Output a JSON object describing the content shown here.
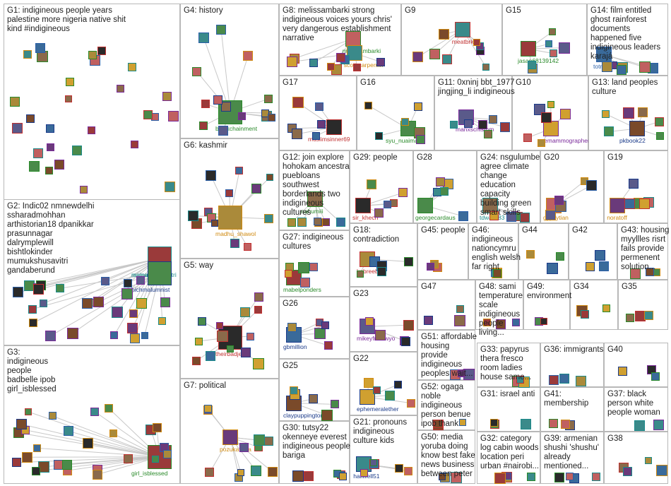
{
  "groups": [
    {
      "id": "G1",
      "label": "G1: indigineous people years palestine more nigeria native shit kind #indigineous",
      "hubs": []
    },
    {
      "id": "G2",
      "label": "G2: Indic02 nmnewdelhi ssharadmohhan arthistorian18 dpanikkar prasunnagar dalrymplewill bishtlokinder mumukshusavitri gandaberund",
      "hubs": [
        "mumukshusavitri",
        "rsainani",
        "hichmalumnist"
      ]
    },
    {
      "id": "G3",
      "label": "G3: indigineous people badbelle ipob girl_isblessed",
      "hubs": [
        "girl_isblessed"
      ]
    },
    {
      "id": "G4",
      "label": "G4: history",
      "hubs": [
        "blockchainment"
      ]
    },
    {
      "id": "G5",
      "label": "G5: way",
      "hubs": [
        "theirbadjesty"
      ]
    },
    {
      "id": "G6",
      "label": "G6: kashmir",
      "hubs": [
        "madhu_shawol"
      ]
    },
    {
      "id": "G7",
      "label": "G7: political",
      "hubs": [
        "pozukalinka"
      ]
    },
    {
      "id": "G8",
      "label": "G8: melissambarki strong indigineous voices yours chris' very dangerous establishment narrative",
      "hubs": [
        "melissambarki",
        "scottrcarpenter"
      ]
    },
    {
      "id": "G9",
      "label": "G9",
      "hubs": [
        "meatbrk"
      ]
    },
    {
      "id": "G10",
      "label": "G10",
      "hubs": [
        "wemammographers"
      ]
    },
    {
      "id": "G11",
      "label": "G11: 0xninj bbt_1977 jingjing_li indigineous",
      "hubs": [
        "manxschismm"
      ]
    },
    {
      "id": "G12",
      "label": "G12: join explore hohokam ancestral puebloans southwest borderlands two indigineous cultures",
      "hubs": [
        "nahumiii"
      ]
    },
    {
      "id": "G13",
      "label": "G13: land peoples culture",
      "hubs": [
        "pkbook22"
      ]
    },
    {
      "id": "G14",
      "label": "G14: film entitled ghost rainforest documents happened five indigineous leaders karajá",
      "hubs": [
        "totnational"
      ]
    },
    {
      "id": "G15",
      "label": "G15",
      "hubs": [
        "jasan68139142"
      ]
    },
    {
      "id": "G16",
      "label": "G16",
      "hubs": [
        "syu_nuaiman"
      ]
    },
    {
      "id": "G17",
      "label": "G17",
      "hubs": [
        "muslimsinner69"
      ]
    },
    {
      "id": "G18",
      "label": "G18: contradiction",
      "hubs": [
        "kgbreeb"
      ]
    },
    {
      "id": "G19",
      "label": "G19",
      "hubs": [
        "noratoff"
      ]
    },
    {
      "id": "G20",
      "label": "G20",
      "hubs": [
        "gypsytian"
      ]
    },
    {
      "id": "G21",
      "label": "G21: pronouns indigineous culture kids",
      "hubs": [
        "haliwell51"
      ]
    },
    {
      "id": "G22",
      "label": "G22",
      "hubs": [
        "ephemeralether"
      ]
    },
    {
      "id": "G23",
      "label": "G23",
      "hubs": [
        "mikeyfromwyo"
      ]
    },
    {
      "id": "G24",
      "label": "G24: nsgulumbe agree climate change education capacity building green smart skills",
      "hubs": [
        "tdwalik83"
      ]
    },
    {
      "id": "G25",
      "label": "G25",
      "hubs": [
        "claypuppington"
      ]
    },
    {
      "id": "G26",
      "label": "G26",
      "hubs": [
        "gbmillion"
      ]
    },
    {
      "id": "G27",
      "label": "G27: indigineous cultures",
      "hubs": [
        "mabelponders"
      ]
    },
    {
      "id": "G28",
      "label": "G28",
      "hubs": [
        "georgecardaus"
      ]
    },
    {
      "id": "G29",
      "label": "G29: people",
      "hubs": [
        "sir_khech"
      ]
    },
    {
      "id": "G30",
      "label": "G30: tutsy22 okenneye everest indigineous people bariga",
      "hubs": []
    },
    {
      "id": "G31",
      "label": "G31: israel anti",
      "hubs": []
    },
    {
      "id": "G32",
      "label": "G32: category log cabin woods location peri urban #nairobi...",
      "hubs": []
    },
    {
      "id": "G33",
      "label": "G33: papyrus thera fresco room ladies house same...",
      "hubs": []
    },
    {
      "id": "G34",
      "label": "G34",
      "hubs": []
    },
    {
      "id": "G35",
      "label": "G35",
      "hubs": []
    },
    {
      "id": "G36",
      "label": "G36: immigrants",
      "hubs": []
    },
    {
      "id": "G37",
      "label": "G37: black person white people woman",
      "hubs": []
    },
    {
      "id": "G38",
      "label": "G38",
      "hubs": []
    },
    {
      "id": "G39",
      "label": "G39: armenian shushi 'shushu' already mentioned...",
      "hubs": []
    },
    {
      "id": "G40",
      "label": "G40",
      "hubs": []
    },
    {
      "id": "G41",
      "label": "G41: membership",
      "hubs": []
    },
    {
      "id": "G42",
      "label": "G42",
      "hubs": []
    },
    {
      "id": "G43",
      "label": "G43: housing myyllles risrt fails provide permenent solution...",
      "hubs": []
    },
    {
      "id": "G44",
      "label": "G44",
      "hubs": []
    },
    {
      "id": "G45",
      "label": "G45: people",
      "hubs": []
    },
    {
      "id": "G46",
      "label": "G46: indigineous nationcymru english welsh far right",
      "hubs": []
    },
    {
      "id": "G47",
      "label": "G47",
      "hubs": []
    },
    {
      "id": "G48",
      "label": "G48: sami temperature scale indigineous people living...",
      "hubs": []
    },
    {
      "id": "G49",
      "label": "G49: environment",
      "hubs": []
    },
    {
      "id": "G50",
      "label": "G50: media yoruba doing know best fake news business between peter",
      "hubs": []
    },
    {
      "id": "G51",
      "label": "G51: affordable housing provide indigineous peoples wait...",
      "hubs": []
    },
    {
      "id": "G52",
      "label": "G52: ogaga noble indigineous person benue ipob thank",
      "hubs": []
    }
  ],
  "colors": {
    "border": "#b8b8b8",
    "edge": "#c8c8c8",
    "edge_red": "#e03030",
    "hub_label_green": "#2a8a2a",
    "hub_label_red": "#c03030",
    "hub_label_blue": "#2a5fa8",
    "hub_label_orange": "#d08a10",
    "hub_label_purple": "#7a2a9a",
    "hub_label_navy": "#1a3a8a",
    "hub_label_teal": "#1a8a8a"
  }
}
